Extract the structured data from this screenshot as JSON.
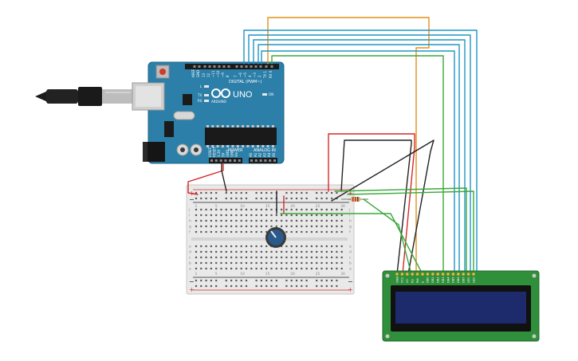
{
  "arduino": {
    "model": "UNO",
    "brand": "ARDUINO",
    "digital_label": "DIGITAL (PWM~)",
    "power_label": "POWER",
    "analog_label": "ANALOG IN",
    "aref_label": "AREF",
    "gnd_label": "GND",
    "pin_13": "13",
    "pin_12": "12",
    "pin_11": "~11",
    "pin_10": "~10",
    "pin_9": "~9",
    "pin_8": "8",
    "pin_7": "7",
    "pin_6": "~6",
    "pin_5": "~5",
    "pin_4": "4",
    "pin_3": "~3",
    "pin_2": "2",
    "pin_tx": "TX 1",
    "pin_rx": "RX 0",
    "led_l": "L",
    "led_tx": "TX",
    "led_rx": "RX",
    "led_on": "ON",
    "power_pins": [
      "IOREF",
      "RESET",
      "3.3V",
      "5V",
      "GND",
      "GND",
      "Vin"
    ],
    "analog_pins": [
      "A0",
      "A1",
      "A2",
      "A3",
      "A4",
      "A5"
    ]
  },
  "breadboard": {
    "rail_plus": "+",
    "rail_minus": "−",
    "row_letters_top": [
      "j",
      "i",
      "h",
      "g",
      "f"
    ],
    "row_letters_bottom": [
      "e",
      "d",
      "c",
      "b",
      "a"
    ],
    "column_numbers": [
      "1",
      "5",
      "10",
      "15",
      "20",
      "25",
      "30"
    ]
  },
  "lcd": {
    "pin_labels": [
      "GND",
      "VCC",
      "V0",
      "RS",
      "RW",
      "E",
      "DB0",
      "DB1",
      "DB2",
      "DB3",
      "DB4",
      "DB5",
      "DB6",
      "DB7",
      "LED",
      "LED"
    ]
  },
  "colors": {
    "arduino_board": "#2c7fa8",
    "breadboard": "#e9e9e9",
    "lcd_board": "#2f8f3a",
    "lcd_screen": "#1d2a6b",
    "wire_orange": "#e2901a",
    "wire_blue": "#1f95c6",
    "wire_green": "#3aa83a",
    "wire_red": "#d62a2a",
    "wire_black": "#222222",
    "potentiometer": "#2a5a8a"
  }
}
